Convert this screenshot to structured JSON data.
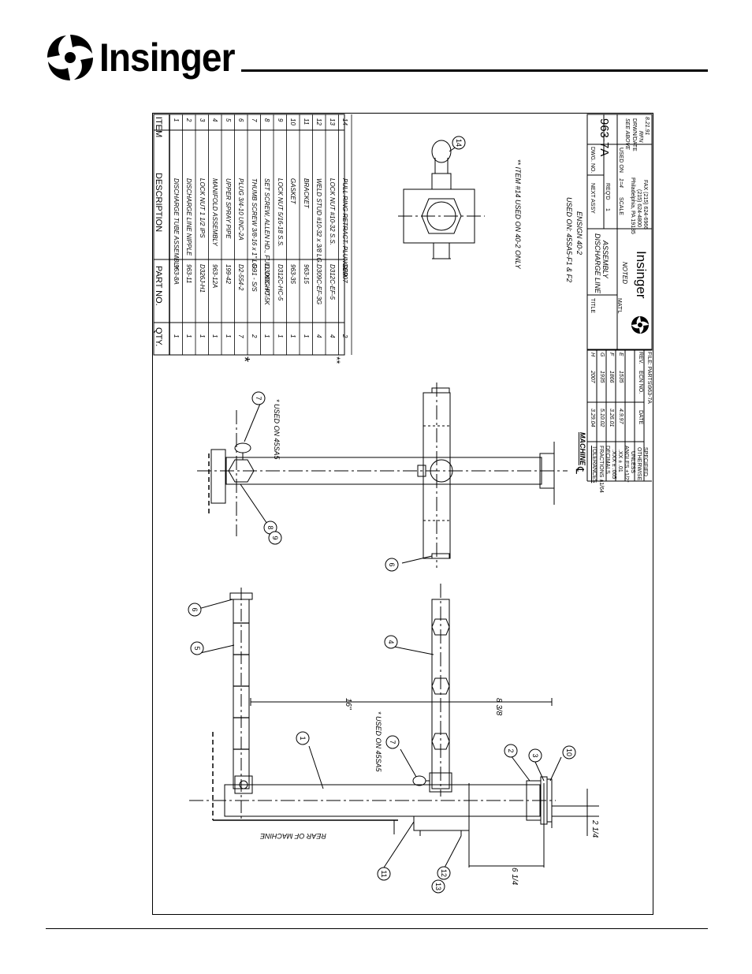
{
  "brand": {
    "name": "Insinger"
  },
  "parts_table": {
    "headers": {
      "item": "ITEM",
      "part_no": "PART NO.",
      "description": "DESCRIPTION",
      "qty": "QTY."
    },
    "rows": [
      {
        "item": "1",
        "part_no": "963-8A",
        "description": "DISCHARGE TUBE ASSEMBLY",
        "qty": "1"
      },
      {
        "item": "2",
        "part_no": "963-11",
        "description": "DISCHARGE LINE NIPPLE",
        "qty": "1"
      },
      {
        "item": "3",
        "part_no": "D326J-H1",
        "description": "LOCK NUT 1 1/2 IPS",
        "qty": "1"
      },
      {
        "item": "4",
        "part_no": "963-12A",
        "description": "MANIFOLD ASSEMBLY",
        "qty": "1"
      },
      {
        "item": "5",
        "part_no": "199-42",
        "description": "UPPER SPRAY PIPE",
        "qty": "1"
      },
      {
        "item": "6",
        "part_no": "D2-554-2",
        "description": "PLUG 3/4-10 UNC-2A",
        "qty": "7"
      },
      {
        "item": "7",
        "part_no": "D91 - S/S",
        "description": "THUMB SCREW 3/8-16 x 1\" LG.",
        "qty": "2"
      },
      {
        "item": "8",
        "part_no": "D309C-HC-5K",
        "description": "SET SCREW, ALLEN HD., FULL DOG PT.",
        "qty": "1"
      },
      {
        "item": "9",
        "part_no": "D312C-HC-5",
        "description": "LOCK NUT 5/16-18 S.S.",
        "qty": "1"
      },
      {
        "item": "10",
        "part_no": "963-35",
        "description": "GASKET",
        "qty": "1"
      },
      {
        "item": "11",
        "part_no": "963-15",
        "description": "BRACKET",
        "qty": "1"
      },
      {
        "item": "12",
        "part_no": "D309C-EF-3G",
        "description": "WELD STUD #10-32 x 3/8 LG.",
        "qty": "4"
      },
      {
        "item": "13",
        "part_no": "D312C-EF-5",
        "description": "LOCK NUT #10-32 S.S.",
        "qty": "4"
      },
      {
        "item": "14",
        "part_no": "D2907",
        "description": "PULL RING RETRACT. PLUNGER",
        "qty": "2"
      }
    ],
    "markers": {
      "row8": "*",
      "row14": "**"
    }
  },
  "notes": {
    "used_on_45sa5_upper": "* USED ON 45SA5",
    "used_on_45sa5_lower": "* USED ON 45SA5",
    "item14_note": "** ITEM #14 USED ON 40-2 ONLY",
    "used_on_1": "USED ON: 45SA5-F1 & F2",
    "used_on_2": "ENSIGN 40-2",
    "rear_of_machine": "REAR OF MACHINE",
    "machine_cl": "MACHINE",
    "cl_symbol": "℄"
  },
  "dimensions": {
    "d16": "16\"",
    "d8_3_8": "8 3/8",
    "d6_1_4": "6 1/4",
    "d2_1_4": "2 1/4"
  },
  "balloons": [
    "1",
    "2",
    "3",
    "4",
    "5",
    "6",
    "6",
    "7",
    "7",
    "8",
    "9",
    "10",
    "11",
    "12",
    "13",
    "14"
  ],
  "revisions": {
    "rows": [
      {
        "rev": "H",
        "ecn": "2007",
        "date": "3.29.04"
      },
      {
        "rev": "G",
        "ecn": "1935",
        "date": "5.10.02"
      },
      {
        "rev": "F",
        "ecn": "1866",
        "date": "3.26.01"
      },
      {
        "rev": "E",
        "ecn": "1535",
        "date": "4.9.97"
      }
    ],
    "header": {
      "rev": "REV.",
      "ecn": "ECN NO.",
      "date": "DATE"
    },
    "file": "FILE: PARTS\\963-7A"
  },
  "tolerances": {
    "title": "TOLERANCES",
    "fractions": "FRACTIONS ±1/64",
    "decimals": "DECIMALS",
    "xxx": ".XXX ± .005",
    "xx": ".XX ± .01",
    "angles": "ANGLES ±1/2°",
    "unless": "UNLESS",
    "otherwise": "OTHERWISE",
    "specified": "SPECIFIED"
  },
  "title_block": {
    "title_label": "TITLE",
    "title_1": "DISCHARGE LINE",
    "title_2": "ASSEMBLY",
    "matl_label": "MAT'L",
    "matl_value": "NOTED",
    "next_assy": "NEXT ASSY",
    "reqd_label": "REQ'D",
    "reqd_value": "1",
    "dwg_label": "DWG. NO.",
    "dwg_value": "963-7A",
    "scale_label": "SCALE",
    "scale_value": "1=4",
    "used_on_label": "USED ON",
    "used_on_value": "SEE ABOVE",
    "drawn_label": "DRWN/DATE",
    "drawn_by": "RFN",
    "drawn_date": "8.21.91",
    "company": "Insinger",
    "address": "Philadelphia, PA 19135",
    "phone": "(215) 624-4800",
    "fax": "FAX (215) 624-6966"
  }
}
